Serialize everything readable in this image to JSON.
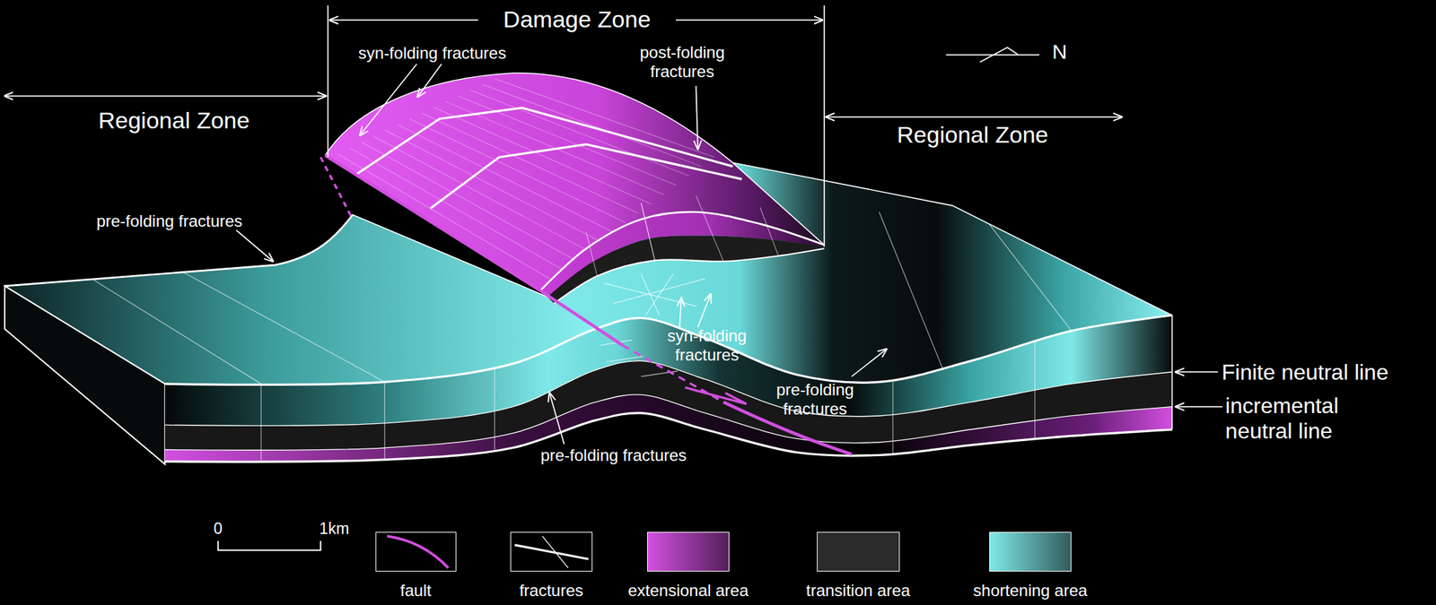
{
  "diagram": {
    "labels": [
      "Damage Zone",
      "Regional Zone",
      "Regional Zone",
      "syn-folding fractures",
      "post-folding fractures",
      "N",
      "pre-folding fractures",
      "syn-folding fractures",
      "pre-folding fractures",
      "pre-folding fractures",
      "Finite neutral line",
      "incremental neutral line",
      "0",
      "1km"
    ],
    "legend": [
      {
        "text": "fault"
      },
      {
        "text": "fractures"
      },
      {
        "text": "extensional area",
        "color": "#d24fe0"
      },
      {
        "text": "transition area",
        "color": "#2b2b2b"
      },
      {
        "text": "shortening area",
        "color": "#7fe8e8"
      }
    ]
  }
}
